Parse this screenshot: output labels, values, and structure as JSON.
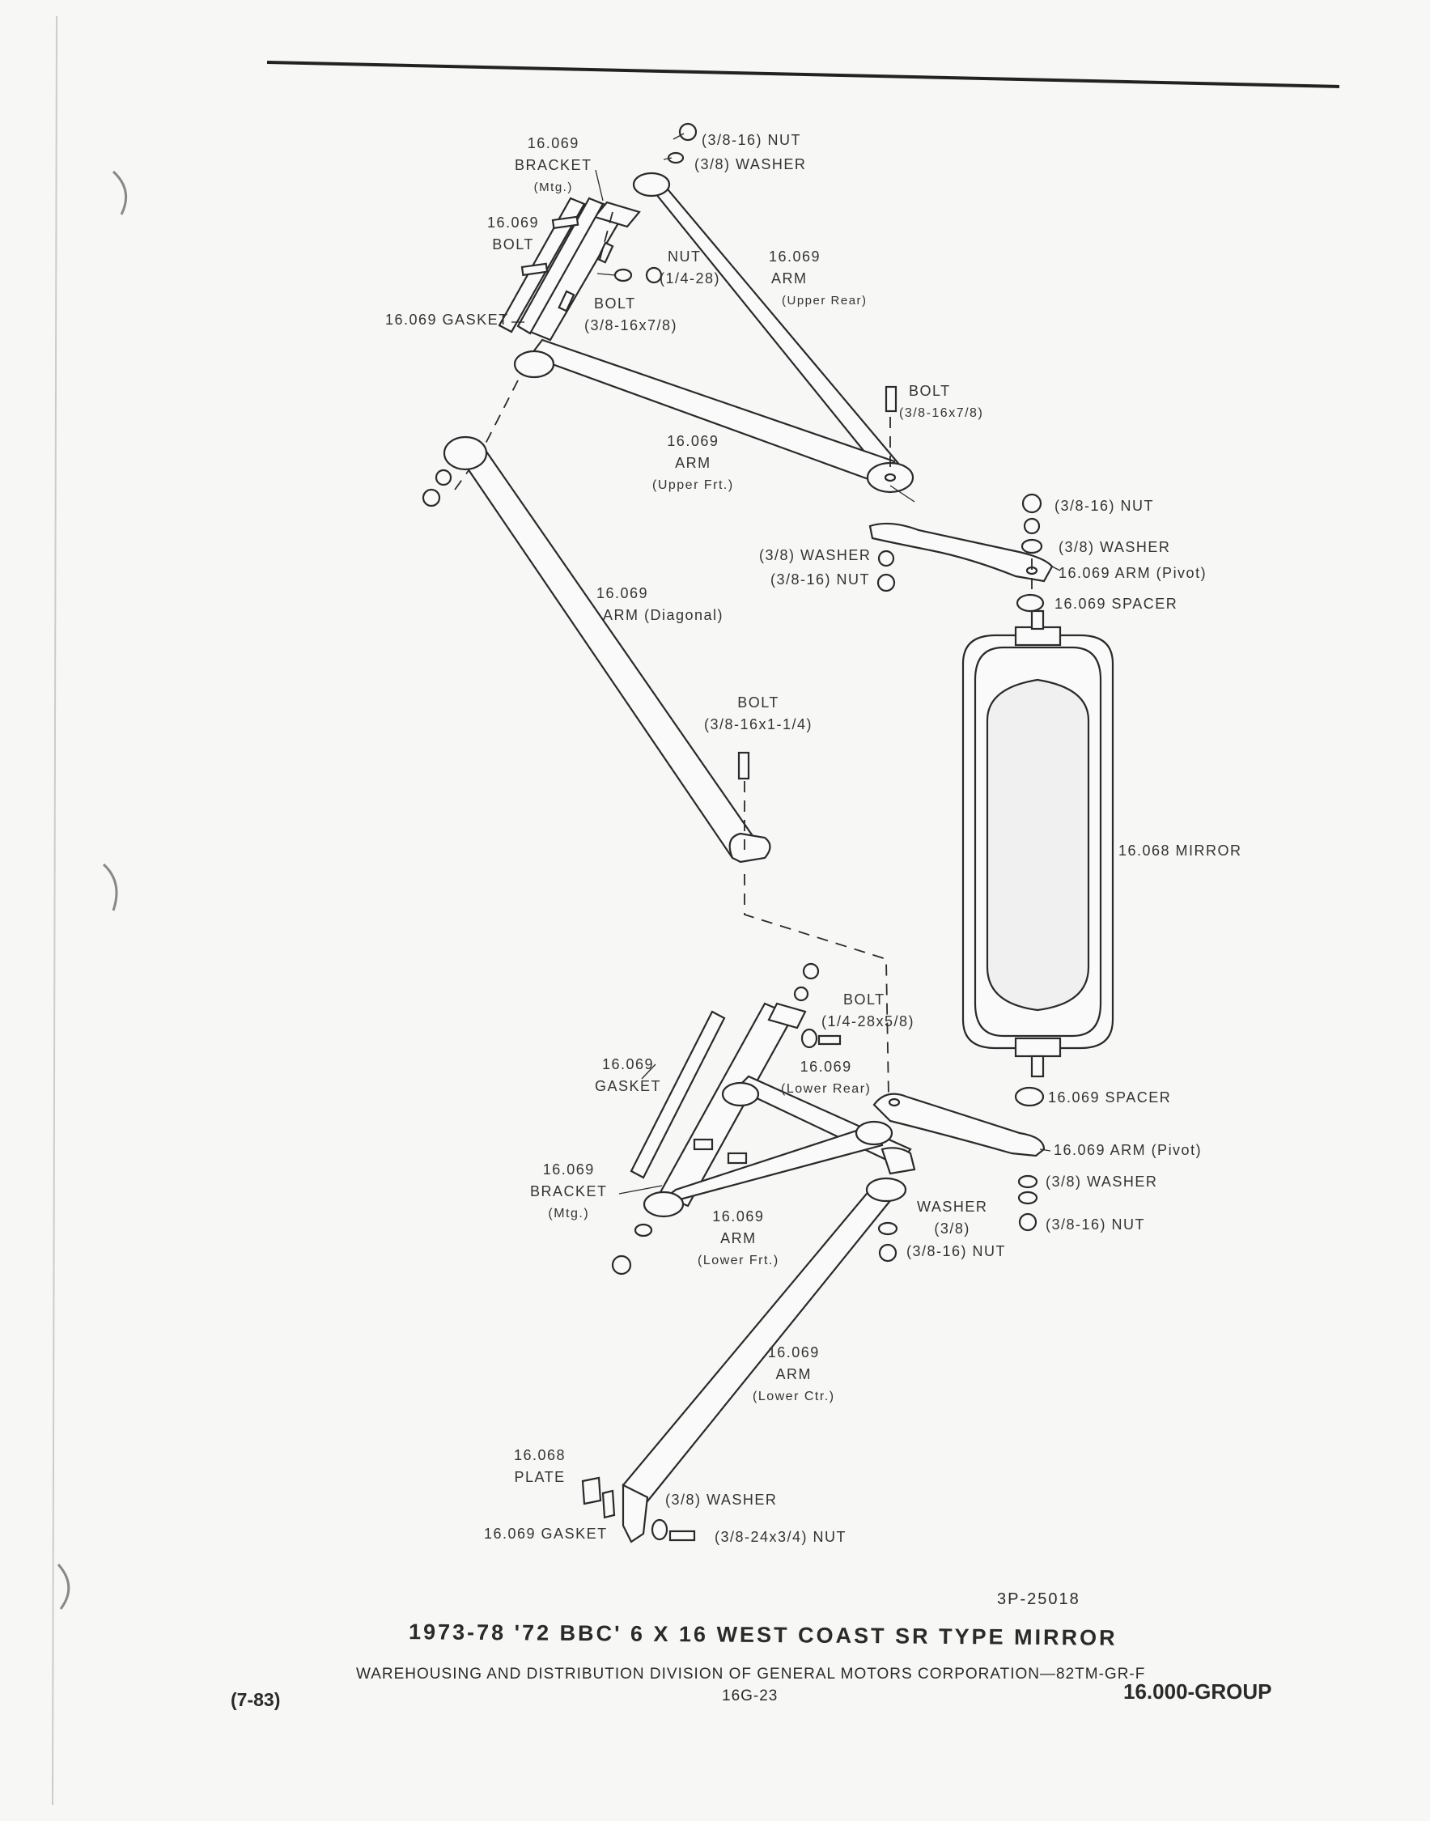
{
  "labels": {
    "bracket_upper": [
      "16.069",
      "BRACKET",
      "(Mtg.)"
    ],
    "bolt_upper_left": [
      "16.069",
      "BOLT"
    ],
    "gasket_upper": "16.069 GASKET",
    "nut_upper_top": "(3/8-16) NUT",
    "washer_upper_top": "(3/8) WASHER",
    "nut_small": [
      "NUT",
      "(1/4-28)"
    ],
    "bolt_bracket": [
      "BOLT",
      "(3/8-16x7/8)"
    ],
    "arm_upper_rear": [
      "16.069",
      "ARM",
      "(Upper Rear)"
    ],
    "bolt_pivot_top": [
      "BOLT",
      "(3/8-16x7/8)"
    ],
    "arm_upper_front": [
      "16.069",
      "ARM",
      "(Upper Frt.)"
    ],
    "nut_pivot_top": "(3/8-16) NUT",
    "washer_pivot_top": "(3/8) WASHER",
    "arm_pivot_top": "16.069 ARM (Pivot)",
    "spacer_top": "16.069 SPACER",
    "washer_left_top": "(3/8) WASHER",
    "nut_left_top": "(3/8-16) NUT",
    "arm_diagonal": [
      "16.069",
      "ARM (Diagonal)"
    ],
    "bolt_diagonal": [
      "BOLT",
      "(3/8-16x1-1/4)"
    ],
    "mirror": "16.068 MIRROR",
    "bolt_lower": [
      "BOLT",
      "(1/4-28x5/8)"
    ],
    "gasket_lower": [
      "16.069",
      "GASKET"
    ],
    "arm_lower_rear": [
      "16.069",
      "(Lower Rear)"
    ],
    "spacer_bottom": "16.069 SPACER",
    "arm_pivot_bottom": "16.069 ARM (Pivot)",
    "washer_pivot_bottom": "(3/8) WASHER",
    "nut_pivot_bottom": "(3/8-16) NUT",
    "bracket_lower": [
      "16.069",
      "BRACKET",
      "(Mtg.)"
    ],
    "washer_lower": [
      "WASHER",
      "(3/8)"
    ],
    "nut_lower": "(3/8-16) NUT",
    "arm_lower_front": [
      "16.069",
      "ARM",
      "(Lower Frt.)"
    ],
    "arm_lower_center": [
      "16.069",
      "ARM",
      "(Lower Ctr.)"
    ],
    "plate": [
      "16.068",
      "PLATE"
    ],
    "washer_plate": "(3/8) WASHER",
    "gasket_plate": "16.069 GASKET",
    "nut_plate": "(3/8-24x3/4) NUT"
  },
  "drawing_number": "3P-25018",
  "caption": "1973-78 '72 BBC' 6 X 16 WEST COAST SR TYPE MIRROR",
  "footer": {
    "date": "(7-83)",
    "publisher": "WAREHOUSING AND DISTRIBUTION  DIVISION OF GENERAL MOTORS CORPORATION—82TM-GR-F",
    "page": "16G-23",
    "group": "16.000-GROUP"
  }
}
